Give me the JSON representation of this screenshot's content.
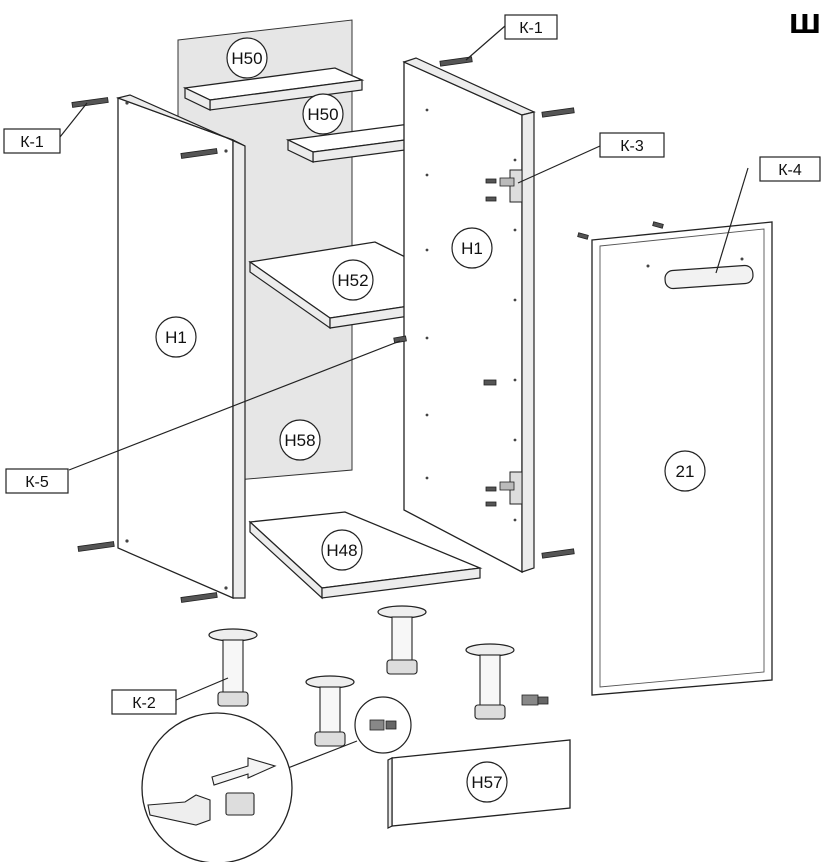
{
  "corner_letter": "Ш",
  "labels": {
    "k1_left": "К-1",
    "k1_top": "К-1",
    "k2": "К-2",
    "k3": "К-3",
    "k4": "К-4",
    "k5": "К-5"
  },
  "parts": {
    "h50_top": "H50",
    "h50_mid": "H50",
    "h1_left": "H1",
    "h1_right": "H1",
    "h52": "H52",
    "h58": "H58",
    "h48": "H48",
    "door": "21",
    "h57": "H57"
  }
}
